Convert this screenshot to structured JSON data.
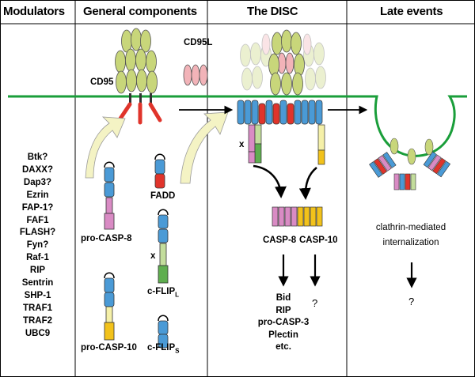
{
  "headers": {
    "modulators": "Modulators",
    "general": "General components",
    "disc": "The DISC",
    "late": "Late events"
  },
  "modulators": [
    "Btk?",
    "DAXX?",
    "Dap3?",
    "Ezrin",
    "FAP-1?",
    "FAF1",
    "FLASH?",
    "Fyn?",
    "Raf-1",
    "RIP",
    "Sentrin",
    "SHP-1",
    "TRAF1",
    "TRAF2",
    "UBC9"
  ],
  "general": {
    "cd95": "CD95",
    "cd95l": "CD95L",
    "fadd": "FADD",
    "pro_casp8": "pro-CASP-8",
    "pro_casp10": "pro-CASP-10",
    "cflip_l": "c-FLIP",
    "cflip_l_sub": "L",
    "cflip_s": "c-FLIP",
    "cflip_s_sub": "S",
    "x_mark": "x"
  },
  "disc": {
    "casp8": "CASP-8",
    "casp10": "CASP-10",
    "x_mark": "x",
    "targets": [
      "Bid",
      "RIP",
      "pro-CASP-3",
      "Plectin",
      "etc."
    ],
    "unknown": "?"
  },
  "late": {
    "line1": "clathrin-mediated",
    "line2": "internalization",
    "unknown": "?"
  },
  "colors": {
    "membrane": "#1a9e3a",
    "receptor": "#c8d67a",
    "ligand": "#f2b3b8",
    "death_domain": "#e0342b",
    "ded": "#4a9ad6",
    "casp8_body": "#d98bc4",
    "casp10_body": "#f5f0a8",
    "casp10_small": "#f2c21b",
    "flip_body": "#c3dd9c",
    "flip_small": "#5fae4f",
    "arrow_fill": "#f4f3c4"
  }
}
